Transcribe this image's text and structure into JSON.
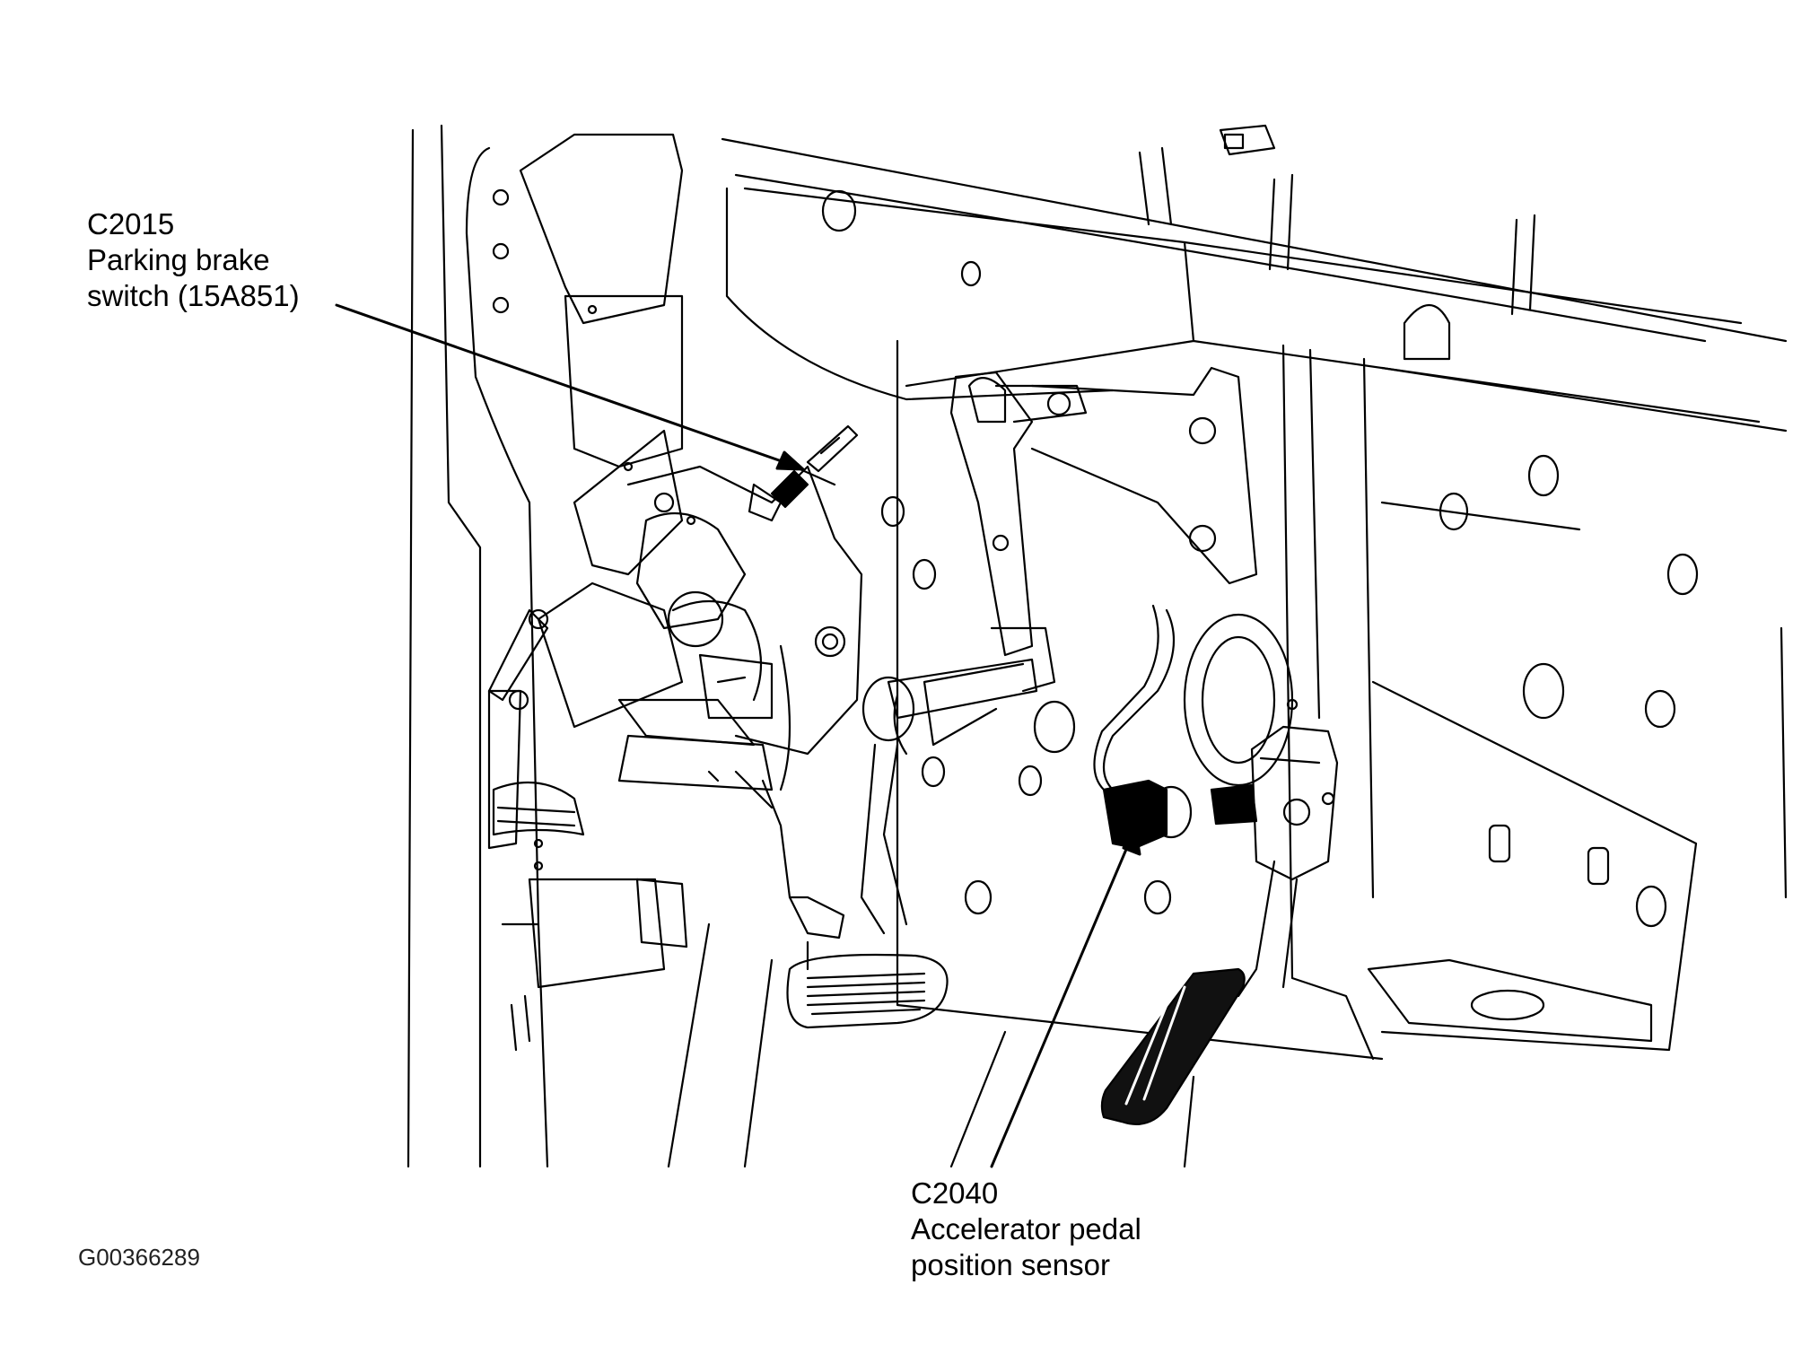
{
  "callouts": {
    "parking_brake": {
      "code": "C2015",
      "line1": "Parking brake",
      "line2": "switch (15A851)"
    },
    "accelerator": {
      "code": "C2040",
      "line1": "Accelerator pedal",
      "line2": "position sensor"
    }
  },
  "figure_id": "G00366289",
  "colors": {
    "ink": "#000000",
    "background": "#ffffff"
  }
}
